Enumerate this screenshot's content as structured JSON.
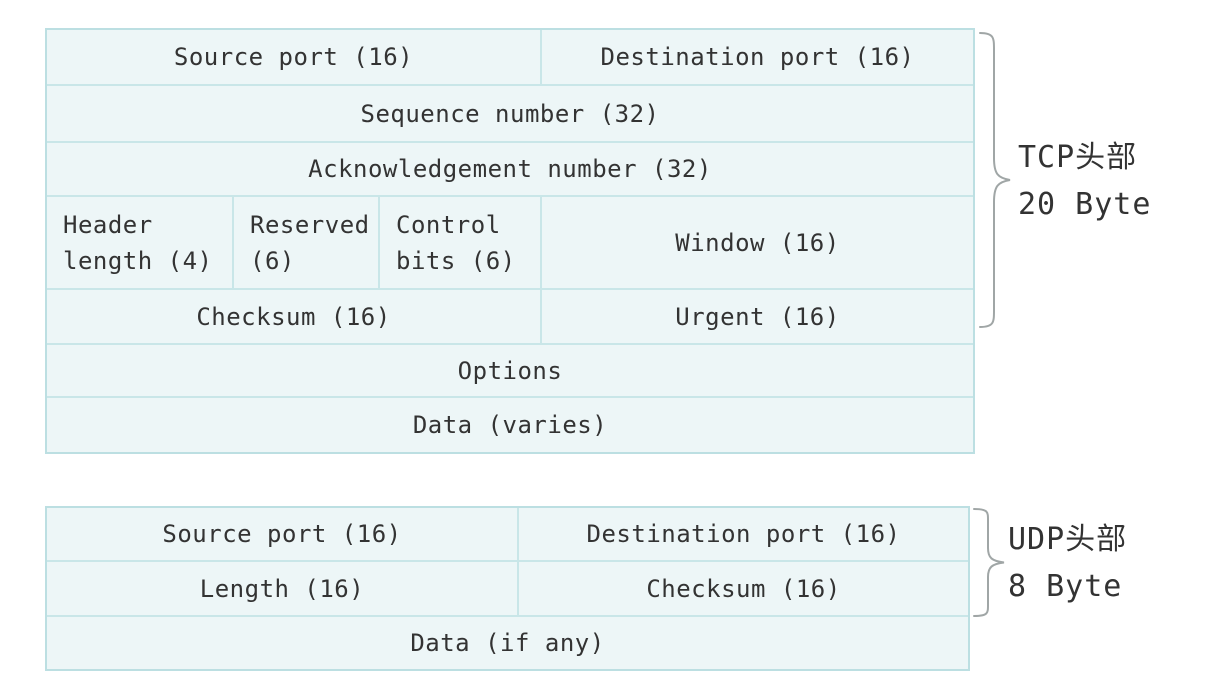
{
  "colors": {
    "page_background": "#ffffff",
    "cell_fill": "#edf6f7",
    "grid_line": "#c9e6e8",
    "outer_border": "#bcdfe2",
    "text": "#333333",
    "brace": "#a0a6a6"
  },
  "tcp": {
    "cells": {
      "source_port": "Source port (16)",
      "destination_port": "Destination port (16)",
      "sequence_number": "Sequence number (32)",
      "acknowledgement_number": "Acknowledgement number (32)",
      "header_length": "Header\nlength (4)",
      "reserved": "Reserved\n(6)",
      "control_bits": "Control\nbits (6)",
      "window": "Window (16)",
      "checksum": "Checksum (16)",
      "urgent": "Urgent (16)",
      "options": "Options",
      "data": "Data (varies)"
    },
    "brace_label": {
      "line1": "TCP头部",
      "line2": "20 Byte"
    }
  },
  "udp": {
    "cells": {
      "source_port": "Source port (16)",
      "destination_port": "Destination port (16)",
      "length": "Length (16)",
      "checksum": "Checksum (16)",
      "data": "Data (if any)"
    },
    "brace_label": {
      "line1": "UDP头部",
      "line2": "8 Byte"
    }
  }
}
